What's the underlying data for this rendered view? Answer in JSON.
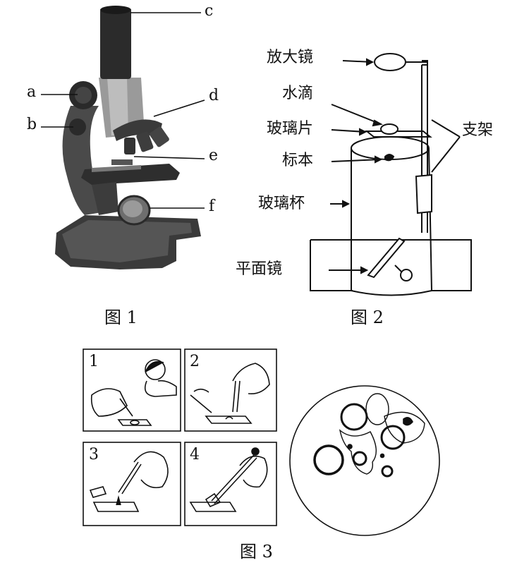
{
  "figure1": {
    "caption": "图 1",
    "labels": {
      "a": "a",
      "b": "b",
      "c": "c",
      "d": "d",
      "e": "e",
      "f": "f"
    }
  },
  "figure2": {
    "caption": "图 2",
    "labels": {
      "magnifier": "放大镜",
      "water_drop": "水滴",
      "glass_slide": "玻璃片",
      "stand": "支架",
      "specimen": "标本",
      "glass_cup": "玻璃杯",
      "flat_mirror": "平面镜"
    }
  },
  "figure3": {
    "caption": "图 3",
    "steps": [
      "1",
      "2",
      "3",
      "4"
    ]
  }
}
